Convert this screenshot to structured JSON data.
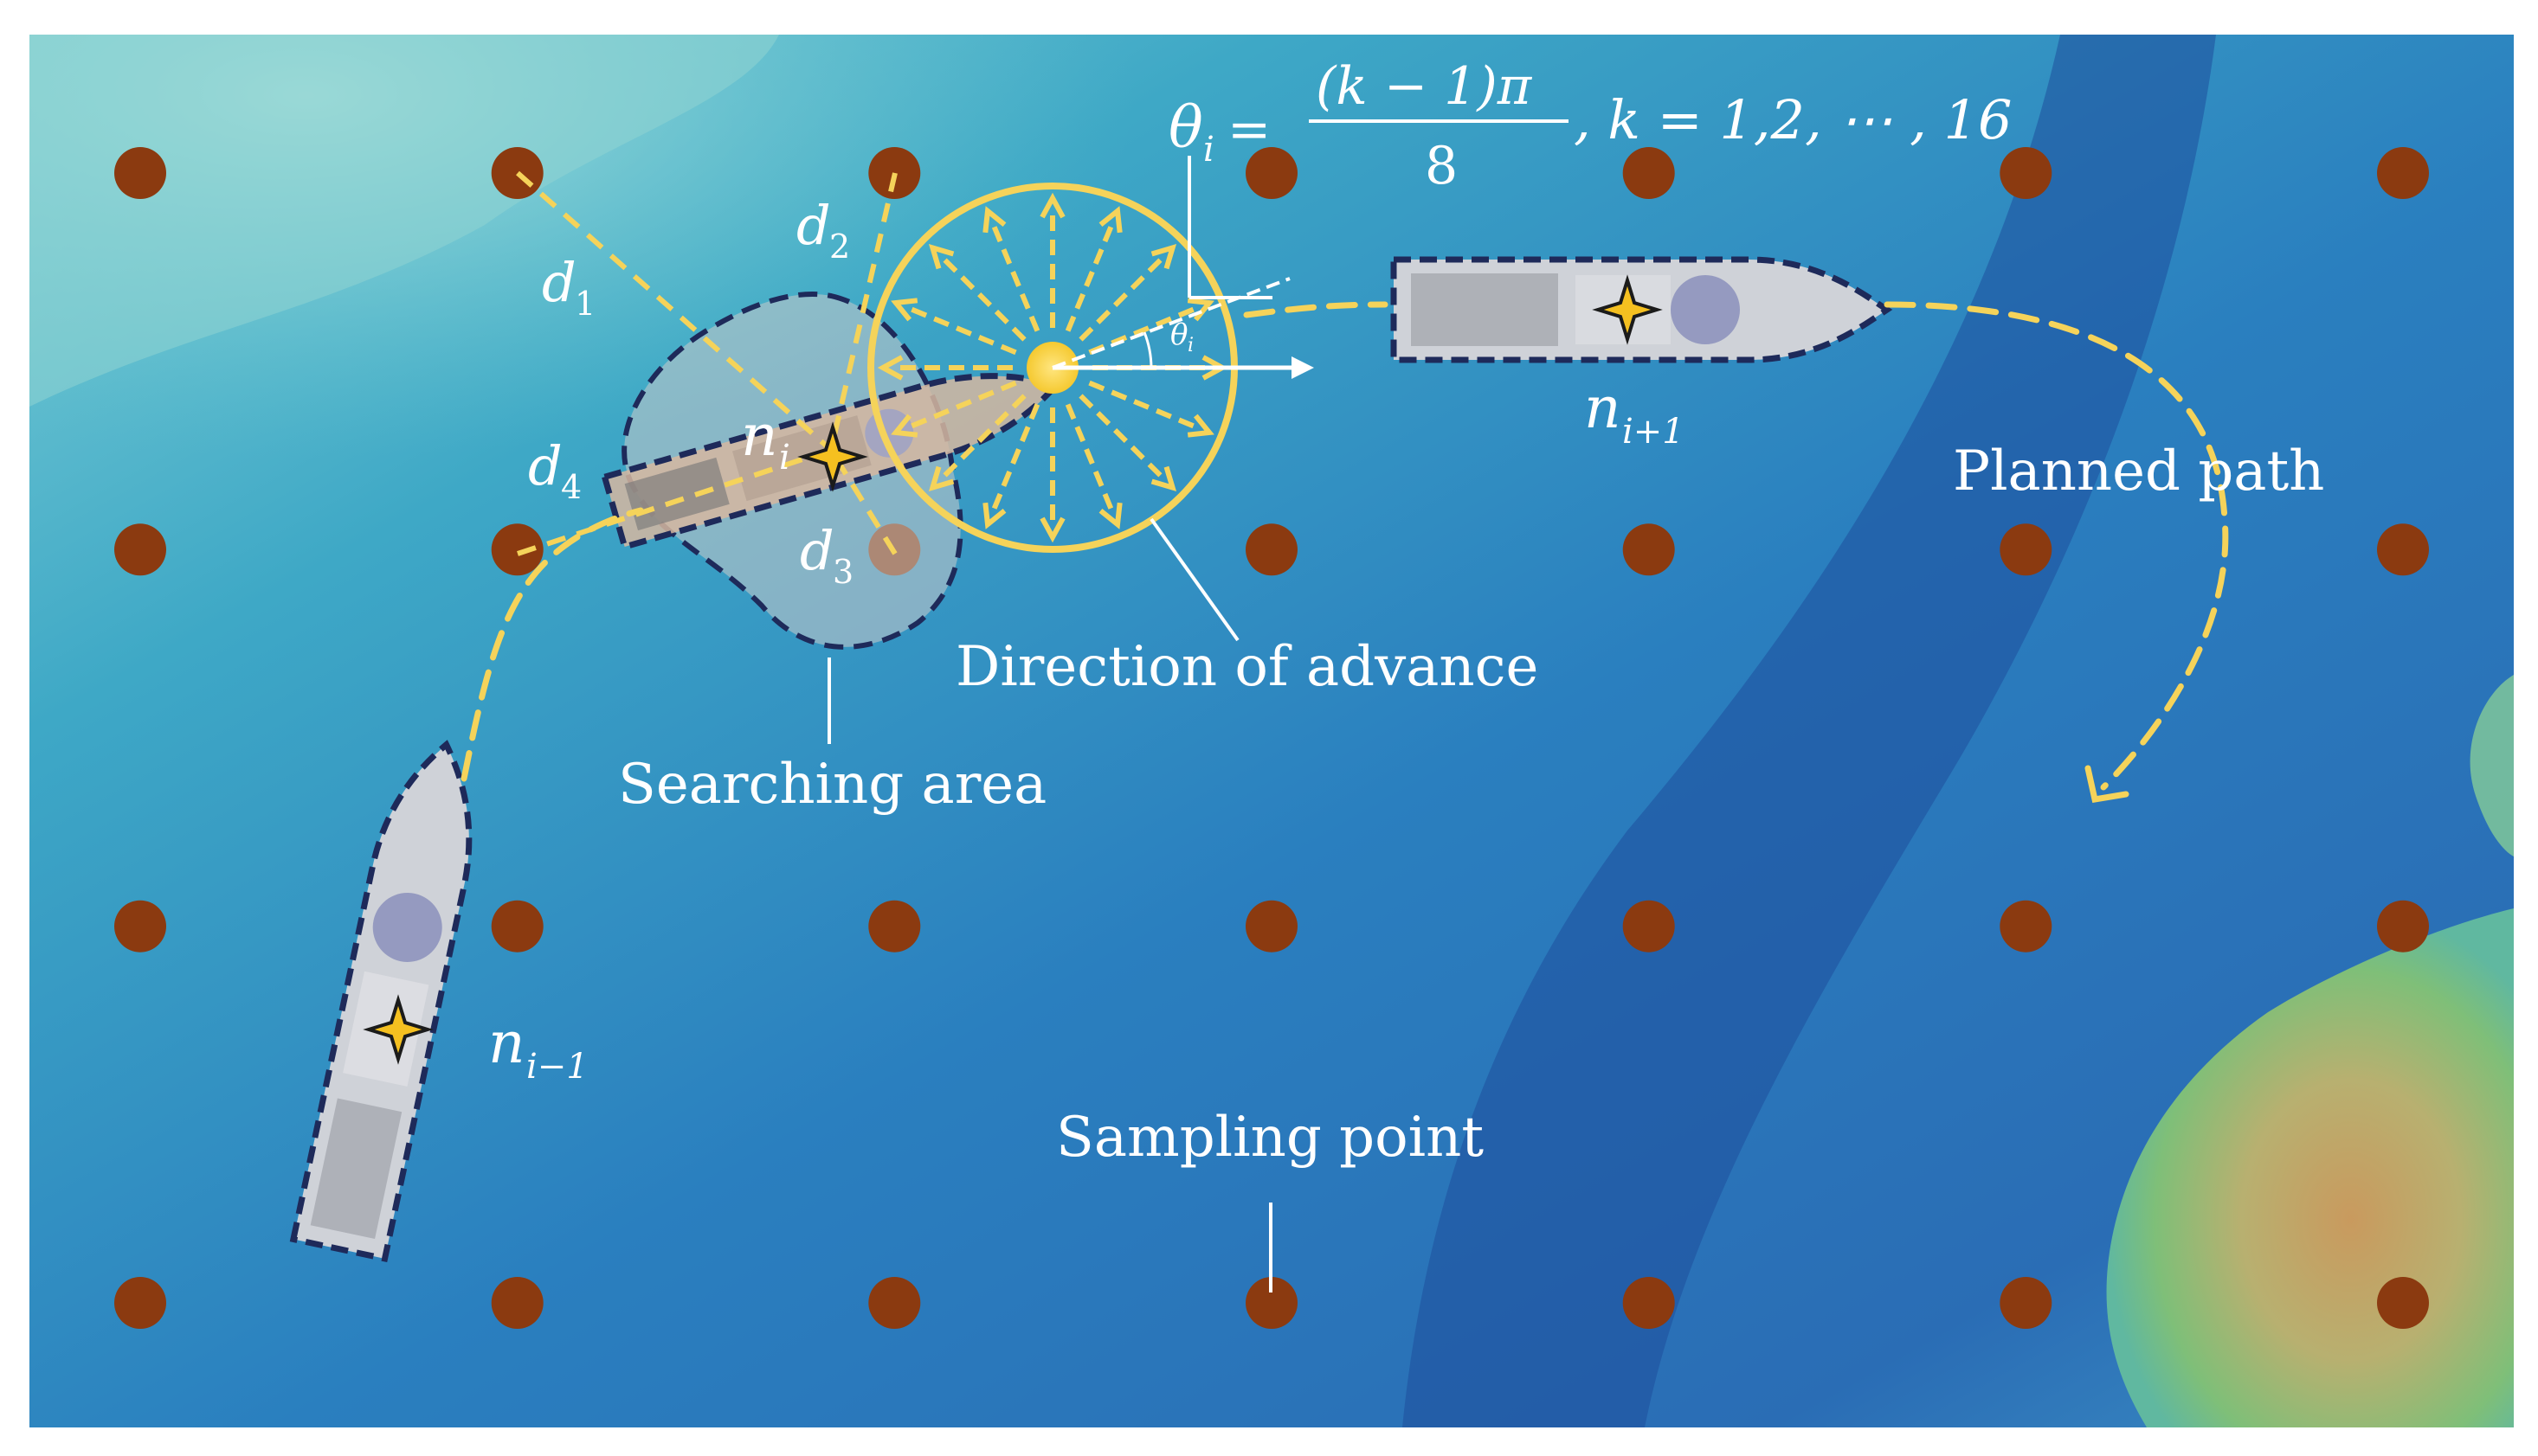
{
  "labels": {
    "theta": "θ",
    "theta_sub": "i",
    "equals": "=",
    "frac_numerator": "(k − 1)π",
    "frac_denominator": "8",
    "k_range": ", k = 1,2, ⋯ , 16",
    "d1": "d",
    "d1_sub": "1",
    "d2": "d",
    "d2_sub": "2",
    "d3": "d",
    "d3_sub": "3",
    "d4": "d",
    "d4_sub": "4",
    "n_i": "n",
    "n_i_sub": "i",
    "n_i_plus_1": "n",
    "n_i_plus_1_sub": "i+1",
    "n_i_minus_1": "n",
    "n_i_minus_1_sub": "i−1",
    "theta_small": "θ",
    "theta_small_sub": "i",
    "planned_path": "Planned path",
    "direction_of_advance": "Direction of advance",
    "searching_area": "Searching area",
    "sampling_point": "Sampling point"
  },
  "grid": {
    "columns": 7,
    "rows": 4
  },
  "search_directions": 16,
  "colors": {
    "sampling_point": "#8b3a10",
    "path": "#f5d35a",
    "search_circle": "#f5d35a",
    "ship_outline": "#1e2a5a",
    "search_area": "#c8c8c8",
    "ocean_deep": "#1f5fa8",
    "ocean_shallow": "#4fb3c8",
    "land": "#c79a5a"
  }
}
